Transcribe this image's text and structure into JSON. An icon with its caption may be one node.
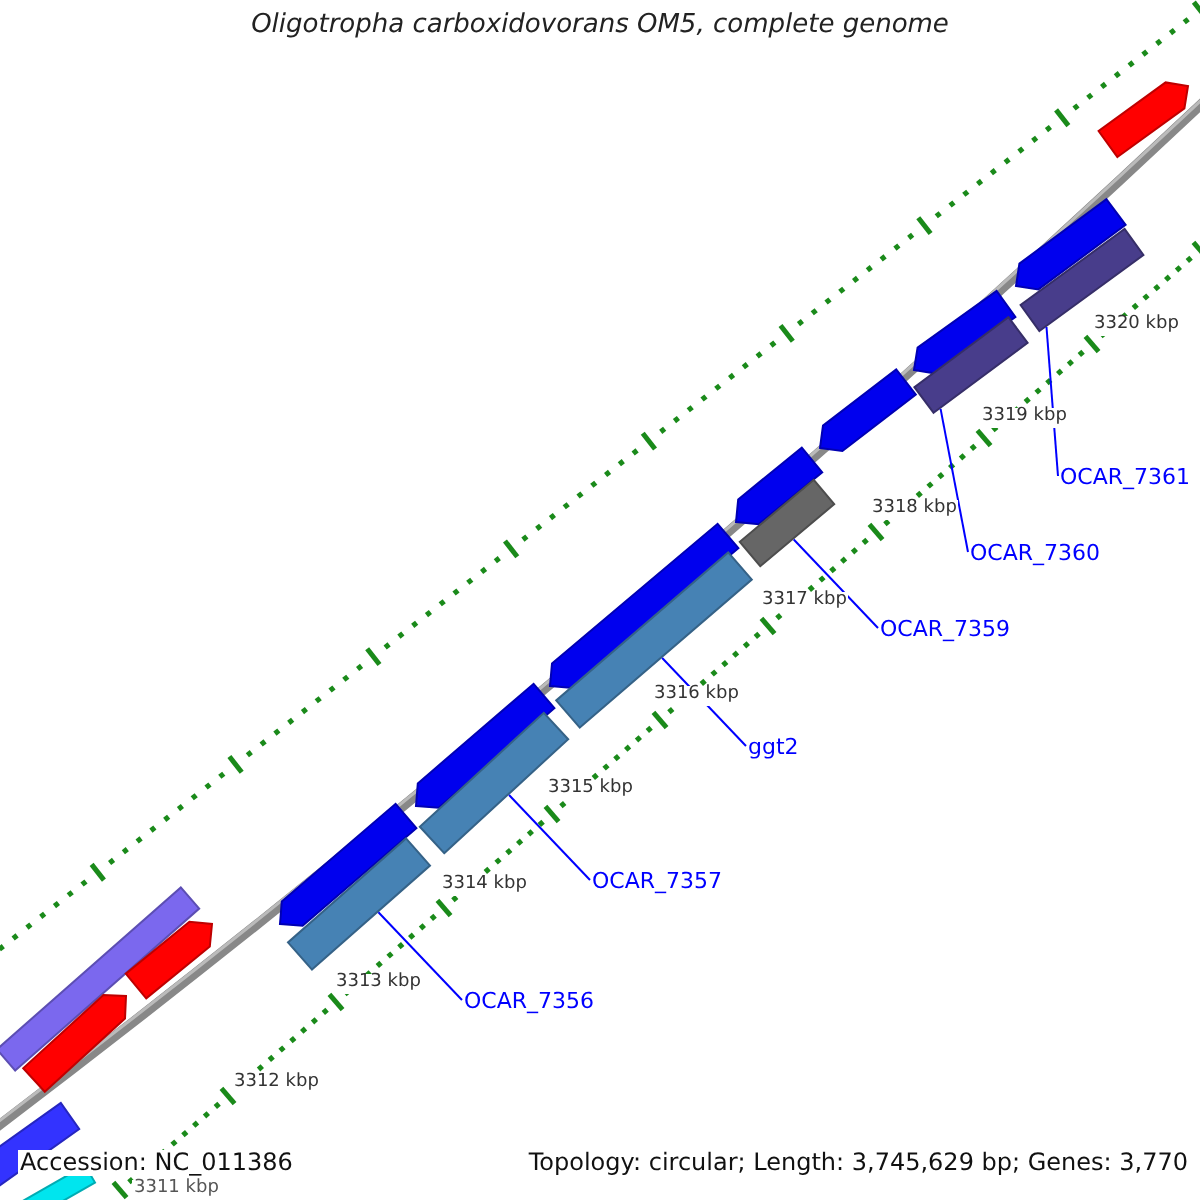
{
  "diagram": {
    "title": "Oligotropha carboxidovorans OM5, complete genome",
    "nodes": [
      {
        "text": [
          "OCAR_7361"
        ]
      },
      {
        "text": [
          "OCAR_7360"
        ]
      },
      {
        "text": [
          "OCAR_7359"
        ]
      },
      {
        "text": [
          "ggt2"
        ]
      },
      {
        "text": [
          "OCAR_7357"
        ]
      },
      {
        "text": [
          "OCAR_7356"
        ]
      },
      {
        "text": [],
        "shape": "bar"
      },
      {
        "text": [],
        "shape": "bar"
      },
      {
        "text": [],
        "shape": "bar"
      },
      {
        "text": [],
        "shape": "bar"
      },
      {
        "text": [],
        "shape": "bar"
      },
      {
        "text": [],
        "shape": "bar"
      }
    ],
    "edges": [
      {
        "from": 5,
        "to": 6,
        "arrow": "none"
      },
      {
        "from": 4,
        "to": 7,
        "arrow": "none"
      },
      {
        "from": 3,
        "to": 8,
        "arrow": "none"
      },
      {
        "from": 2,
        "to": 9,
        "arrow": "none"
      },
      {
        "from": 1,
        "to": 10,
        "arrow": "none"
      },
      {
        "from": 0,
        "to": 11,
        "arrow": "none"
      }
    ],
    "labels": [
      "3320 kbp",
      "3319 kbp",
      "3318 kbp",
      "3317 kbp",
      "3316 kbp",
      "3315 kbp",
      "3314 kbp",
      "3313 kbp",
      "3312 kbp",
      "3311 kbp",
      "Accession: NC_011386",
      "Topology: circular; Length: 3,745,629 bp; Genes: 3,770"
    ]
  }
}
